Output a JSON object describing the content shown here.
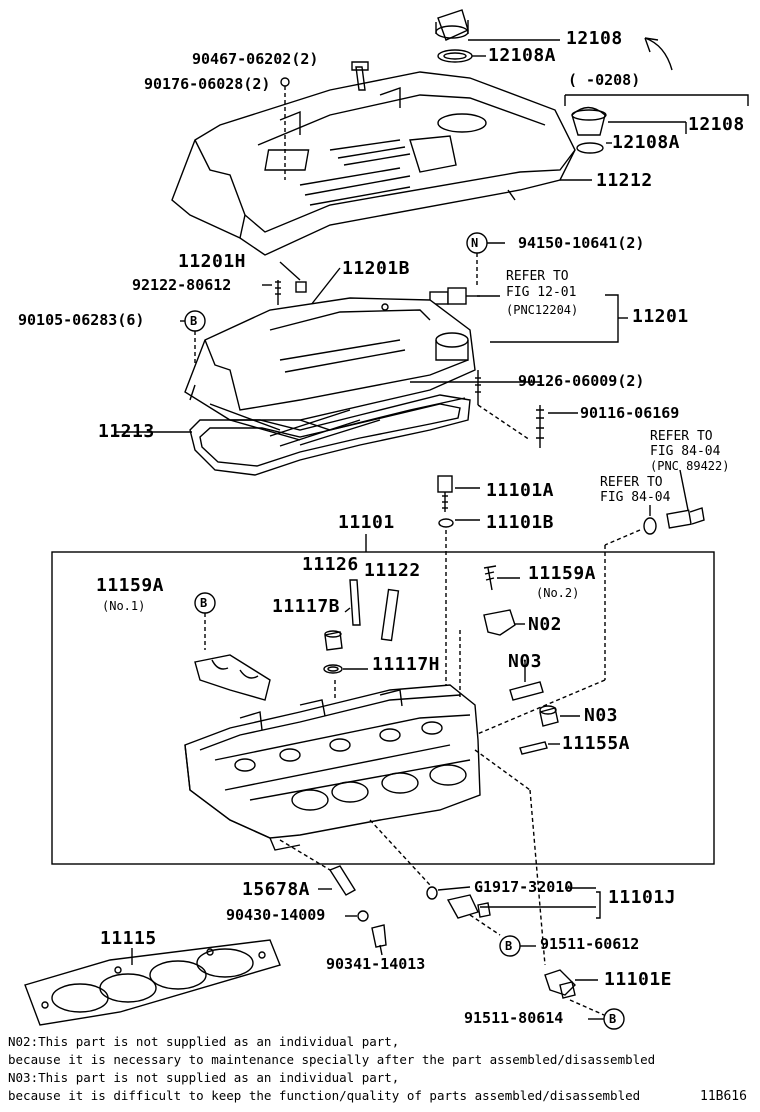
{
  "parts": {
    "p12108": "12108",
    "p12108a": "12108A",
    "range": "(      -0208)",
    "p12108_b": "12108",
    "p12108a_b": "12108A",
    "p11212": "11212",
    "p90467": "90467-06202(2)",
    "p90176": "90176-06028(2)",
    "p94150": "94150-10641(2)",
    "refer1": "REFER TO",
    "fig1": "FIG 12-01",
    "pnc1": "(PNC12204)",
    "p11201": "11201",
    "p11201h": "11201H",
    "p11201b": "11201B",
    "p92122": "92122-80612",
    "p90105": "90105-06283(6)",
    "p90126": "90126-06009(2)",
    "p90116": "90116-06169",
    "p11213": "11213",
    "refer2": "REFER TO",
    "fig2": "FIG 84-04",
    "pnc2": "(PNC 89422)",
    "refer3": "REFER TO",
    "fig3": "FIG 84-04",
    "p11101a": "11101A",
    "p11101b": "11101B",
    "p11101": "11101",
    "p11126": "11126",
    "p11122": "11122",
    "p11159a_1": "11159A",
    "no1": "(No.1)",
    "p11117b": "11117B",
    "p11117h": "11117H",
    "p11159a_2": "11159A",
    "no2": "(No.2)",
    "n02": "N02",
    "n03_a": "N03",
    "n03_b": "N03",
    "p11155a": "11155A",
    "p15678a": "15678A",
    "p90430": "90430-14009",
    "p90341": "90341-14013",
    "p11115": "11115",
    "g1917": "G1917-32010",
    "p11101j": "11101J",
    "p91511_60612": "91511-60612",
    "p11101e": "11101E",
    "p91511_80614": "91511-80614"
  },
  "markers": {
    "n": "N",
    "b": "B"
  },
  "notes": {
    "n02_line1": "N02:This part is not supplied as an individual part,",
    "n02_line2": " because it is necessary to maintenance specially after the part assembled/disassembled",
    "n03_line1": "N03:This part is not supplied as an individual part,",
    "n03_line2": " because it is difficult to keep the function/quality of parts assembled/disassembled"
  },
  "figure_id": "11B616"
}
